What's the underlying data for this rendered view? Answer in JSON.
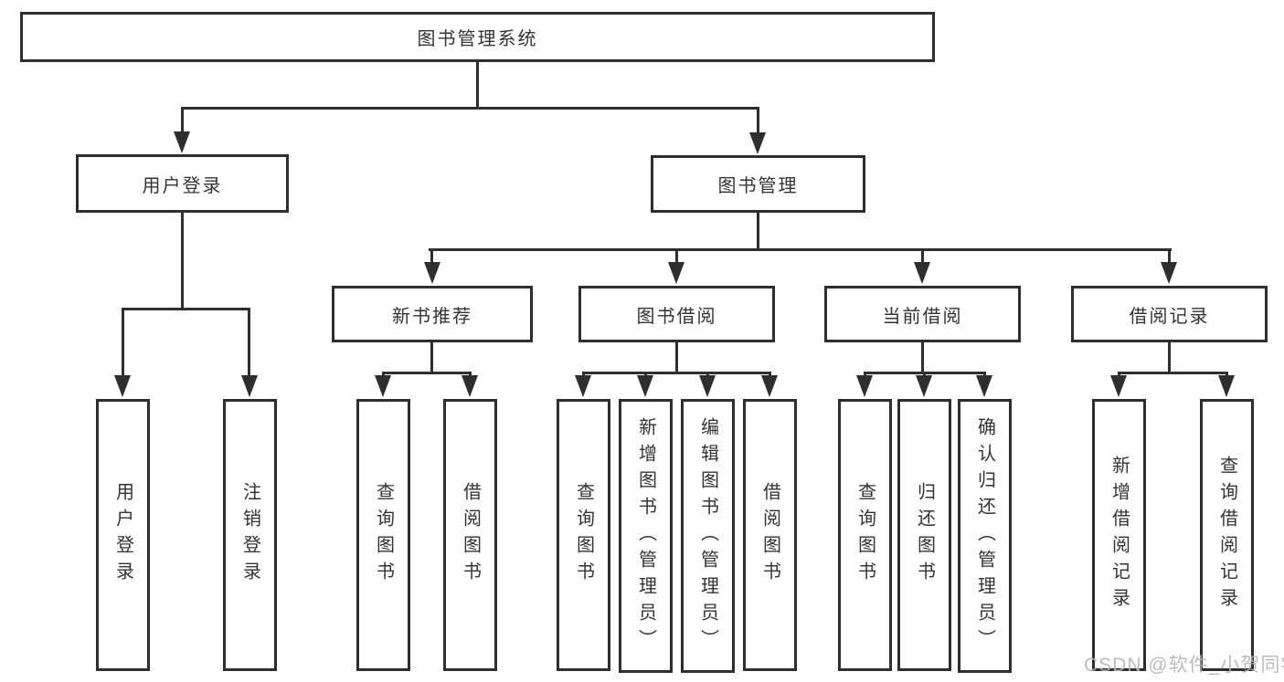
{
  "diagram": {
    "title": "图书管理系统",
    "nodes": {
      "root": "图书管理系统",
      "user_login": "用户登录",
      "book_mgmt": "图书管理",
      "new_book": "新书推荐",
      "book_borrow": "图书借阅",
      "current_borrow": "当前借阅",
      "borrow_record": "借阅记录"
    },
    "leaves": {
      "user_login": [
        "用户登录",
        "注销登录"
      ],
      "new_book": [
        "查询图书",
        "借阅图书"
      ],
      "book_borrow": [
        "查询图书",
        "新增图书（管理员）",
        "编辑图书（管理员）",
        "借阅图书"
      ],
      "current_borrow": [
        "查询图书",
        "归还图书",
        "确认归还（管理员）"
      ],
      "borrow_record": [
        "新增借阅记录",
        "查询借阅记录"
      ]
    },
    "colors": {
      "line": "#2e2e2e",
      "text": "#333333",
      "background": "#ffffff",
      "watermark": "#b5b5b5"
    }
  },
  "watermark": {
    "text": "CSDN @软件_小贺同学"
  }
}
